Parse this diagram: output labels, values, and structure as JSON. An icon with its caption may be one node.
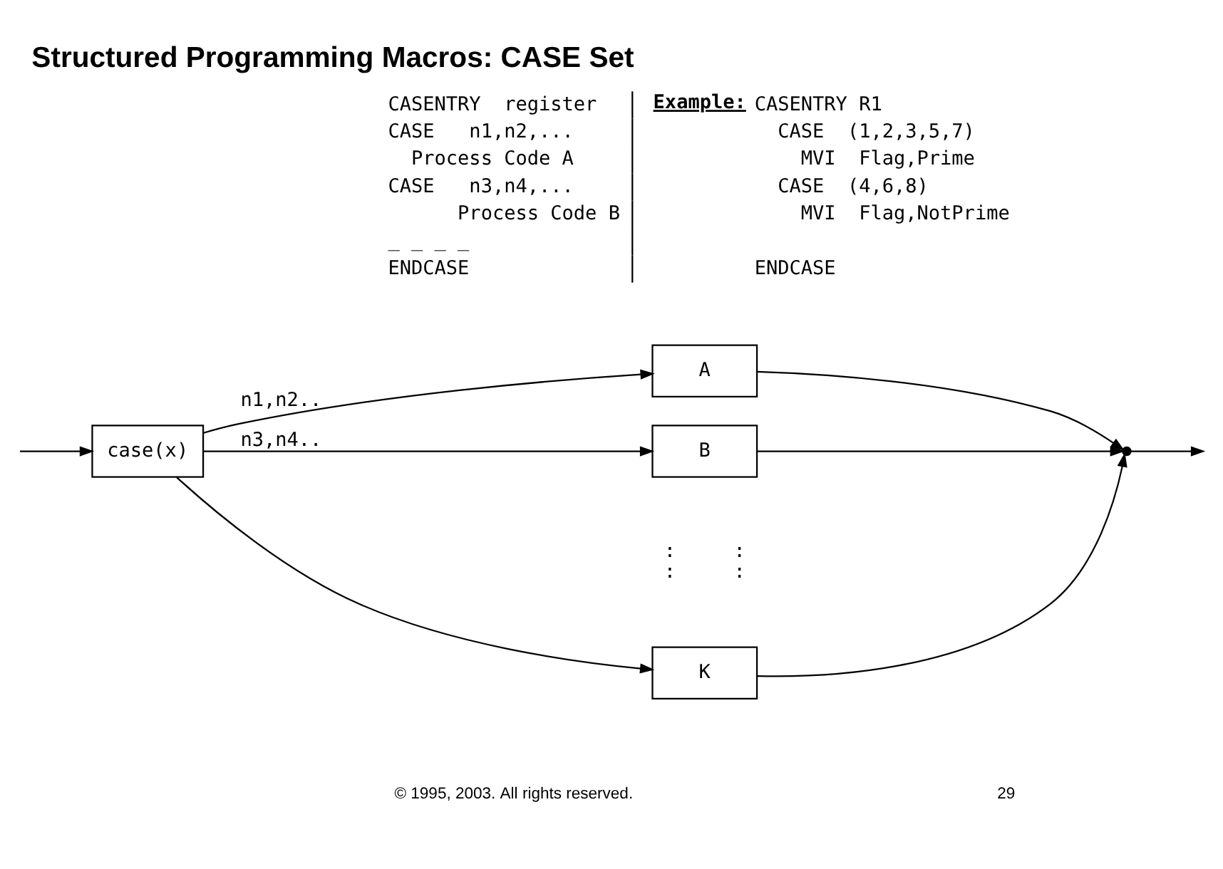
{
  "diagram": {
    "title": "Structured Programming Macros: CASE Set",
    "nodes": [
      {
        "text": [
          "case(x)"
        ]
      },
      {
        "text": [
          "A"
        ]
      },
      {
        "text": [
          "B"
        ]
      },
      {
        "text": [
          "K"
        ]
      },
      {
        "text": [],
        "shape": "circle"
      }
    ],
    "edges": [
      {
        "from": null,
        "to": 0,
        "arrow": "to"
      },
      {
        "from": 0,
        "to": 1,
        "label": "n1,n2..",
        "arrow": "to"
      },
      {
        "from": 0,
        "to": 2,
        "label": "n3,n4..",
        "arrow": "to"
      },
      {
        "from": 0,
        "to": 3,
        "arrow": "to"
      },
      {
        "from": 1,
        "to": 4,
        "arrow": "to"
      },
      {
        "from": 2,
        "to": 4,
        "arrow": "to"
      },
      {
        "from": 3,
        "to": 4,
        "arrow": "to"
      },
      {
        "from": 4,
        "to": null,
        "arrow": "to"
      }
    ],
    "labels": [
      "CASENTRY  register",
      "CASE   n1,n2,...",
      "Process Code A",
      "CASE   n3,n4,...",
      "Process Code B",
      "_ _ _ _",
      "ENDCASE",
      "Example:",
      "CASENTRY R1",
      "CASE  (1,2,3,5,7)",
      "MVI  Flag,Prime",
      "CASE  (4,6,8)",
      "MVI  Flag,NotPrime",
      "ENDCASE",
      ":     :",
      ":     :",
      "© 1995, 2003. All rights reserved.",
      "29"
    ]
  }
}
